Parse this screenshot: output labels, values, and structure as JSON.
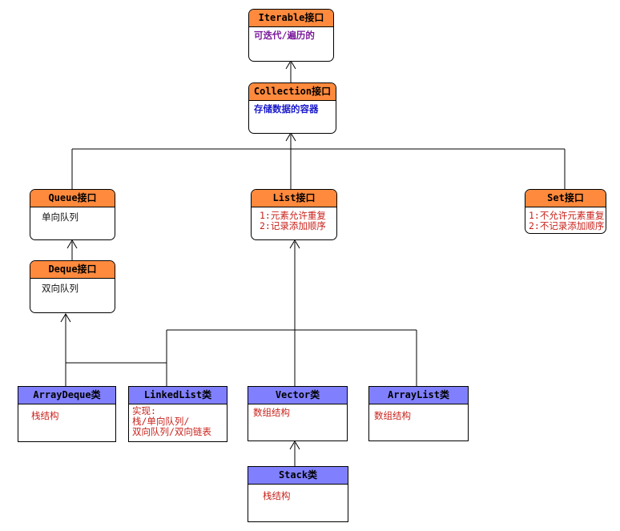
{
  "nodes": {
    "iterable": {
      "title": "Iterable接口",
      "desc": "可迭代/遍历的"
    },
    "collection": {
      "title": "Collection接口",
      "desc": "存储数据的容器"
    },
    "queue": {
      "title": "Queue接口",
      "desc": "单向队列"
    },
    "list": {
      "title": "List接口",
      "desc": "1:元素允许重复\n2:记录添加顺序"
    },
    "set": {
      "title": "Set接口",
      "desc": "1:不允许元素重复\n2:不记录添加顺序"
    },
    "deque": {
      "title": "Deque接口",
      "desc": "双向队列"
    },
    "arraydeque": {
      "title": "ArrayDeque类",
      "desc": "栈结构"
    },
    "linkedlist": {
      "title": "LinkedList类",
      "desc": "实现:\n栈/单向队列/\n双向队列/双向链表"
    },
    "vector": {
      "title": "Vector类",
      "desc": "数组结构"
    },
    "arraylist": {
      "title": "ArrayList类",
      "desc": "数组结构"
    },
    "stack": {
      "title": "Stack类",
      "desc": "栈结构"
    }
  },
  "colors": {
    "interface_header": "#ff8a3d",
    "class_header": "#8080ff",
    "line": "#000000"
  }
}
